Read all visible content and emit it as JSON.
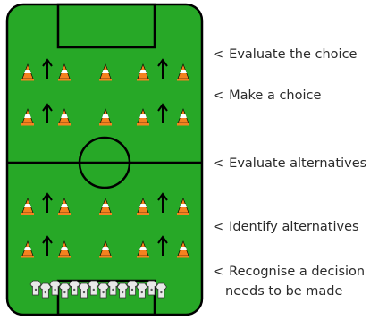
{
  "steps": [
    "Evaluate the choice",
    "Make a choice",
    "Evaluate alternatives",
    "Identify alternatives",
    "Recognise a decision"
  ],
  "step_continuation": "needs to be made",
  "label_prefix": "<",
  "colors": {
    "pitch": "#27a827",
    "lines": "#000000",
    "cone": "#f5821f",
    "cone_stripe": "#ffffff",
    "player_shirt": "#e9e9e9"
  },
  "icons": [
    "cone-icon",
    "arrow-up-icon",
    "player-icon"
  ]
}
